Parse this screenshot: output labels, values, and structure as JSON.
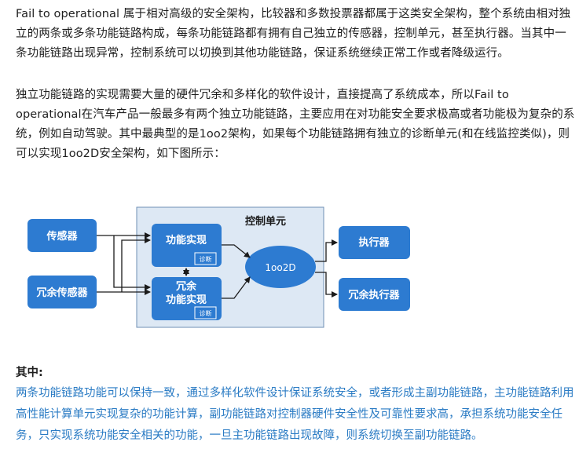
{
  "paragraph1": "Fail to operational 属于相对高级的安全架构，比较器和多数投票器都属于这类安全架构，整个系统由相对独立的两条或多条功能链路构成，每条功能链路都有拥有自己独立的传感器，控制单元，甚至执行器。当其中一条功能链路出现异常，控制系统可以切换到其他功能链路，保证系统继续正常工作或者降级运行。",
  "paragraph2": "独立功能链路的实现需要大量的硬件冗余和多样化的软件设计，直接提高了系统成本，所以Fail to operational在汽车产品一般最多有两个独立功能链路，主要应用在对功能安全要求极高或者功能极为复杂的系统，例如自动驾驶。其中最典型的是1oo2架构，如果每个功能链路拥有独立的诊断单元(和在线监控类似)，则可以实现1oo2D安全架构，如下图所示：",
  "diagram": {
    "control_unit_label": "控制单元",
    "sensor": "传感器",
    "redundant_sensor": "冗余传感器",
    "function_impl": "功能实现",
    "redundant_impl_line1": "冗余",
    "redundant_impl_line2": "功能实现",
    "diag1": "诊断",
    "diag2": "诊断",
    "voter": "1oo2D",
    "actuator": "执行器",
    "redundant_actuator": "冗余执行器"
  },
  "note": {
    "heading": "其中:",
    "body": "两条功能链路功能可以保持一致，通过多样化软件设计保证系统安全，或者形成主副功能链路，主功能链路利用高性能计算单元实现复杂的功能计算，副功能链路对控制器硬件安全性及可靠性要求高，承担系统功能安全任务，只实现系统功能安全相关的功能，一旦主功能链路出现故障，则系统切换至副功能链路。"
  },
  "colors": {
    "block_blue": "#2d7bd1",
    "control_bg": "#dde8f4",
    "note_text": "#2a7bc4"
  }
}
